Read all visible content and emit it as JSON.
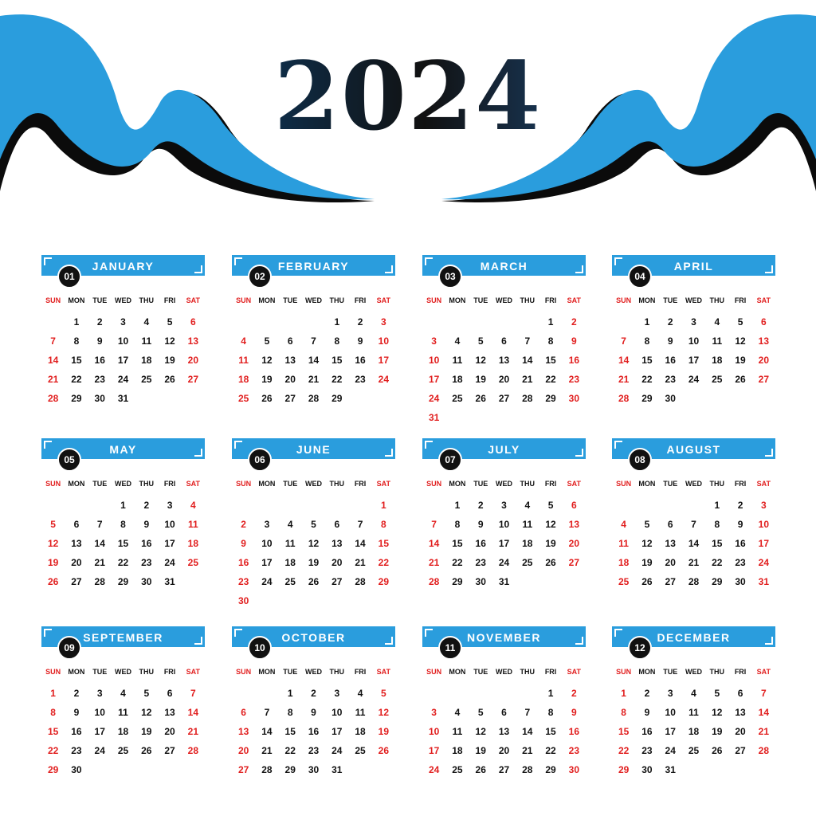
{
  "year": "2024",
  "colors": {
    "accent": "#2a9ddd",
    "weekend": "#e11e1e",
    "text": "#111111"
  },
  "weekdays": [
    "SUN",
    "MON",
    "TUE",
    "WED",
    "THU",
    "FRI",
    "SAT"
  ],
  "months": [
    {
      "number": "01",
      "name": "JANUARY",
      "start": 1,
      "days": 31
    },
    {
      "number": "02",
      "name": "FEBRUARY",
      "start": 4,
      "days": 29
    },
    {
      "number": "03",
      "name": "MARCH",
      "start": 5,
      "days": 31
    },
    {
      "number": "04",
      "name": "APRIL",
      "start": 1,
      "days": 30
    },
    {
      "number": "05",
      "name": "MAY",
      "start": 3,
      "days": 31
    },
    {
      "number": "06",
      "name": "JUNE",
      "start": 6,
      "days": 30
    },
    {
      "number": "07",
      "name": "JULY",
      "start": 1,
      "days": 31
    },
    {
      "number": "08",
      "name": "AUGUST",
      "start": 4,
      "days": 31
    },
    {
      "number": "09",
      "name": "SEPTEMBER",
      "start": 0,
      "days": 30
    },
    {
      "number": "10",
      "name": "OCTOBER",
      "start": 2,
      "days": 31
    },
    {
      "number": "11",
      "name": "NOVEMBER",
      "start": 5,
      "days": 30
    },
    {
      "number": "12",
      "name": "DECEMBER",
      "start": 0,
      "days": 31
    }
  ]
}
